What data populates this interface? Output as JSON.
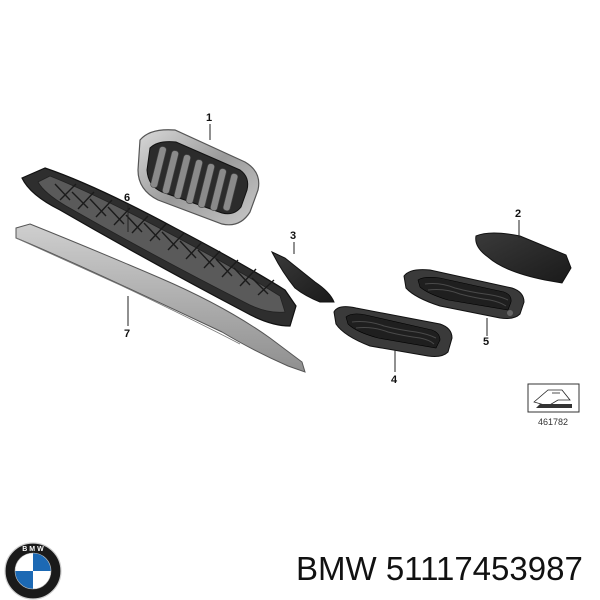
{
  "parts": [
    {
      "id": "part-1",
      "number": "1"
    },
    {
      "id": "part-2",
      "number": "2"
    },
    {
      "id": "part-3",
      "number": "3"
    },
    {
      "id": "part-4",
      "number": "4"
    },
    {
      "id": "part-5",
      "number": "5"
    },
    {
      "id": "part-6",
      "number": "6"
    },
    {
      "id": "part-7",
      "number": "7"
    }
  ],
  "diagram_ref": "461782",
  "brand": {
    "name": "BMW",
    "logo_text": "B M W",
    "colors": {
      "blue": "#1c69b4",
      "ring": "#1a1a1a"
    }
  },
  "caption": {
    "text": "BMW 51117453987"
  }
}
